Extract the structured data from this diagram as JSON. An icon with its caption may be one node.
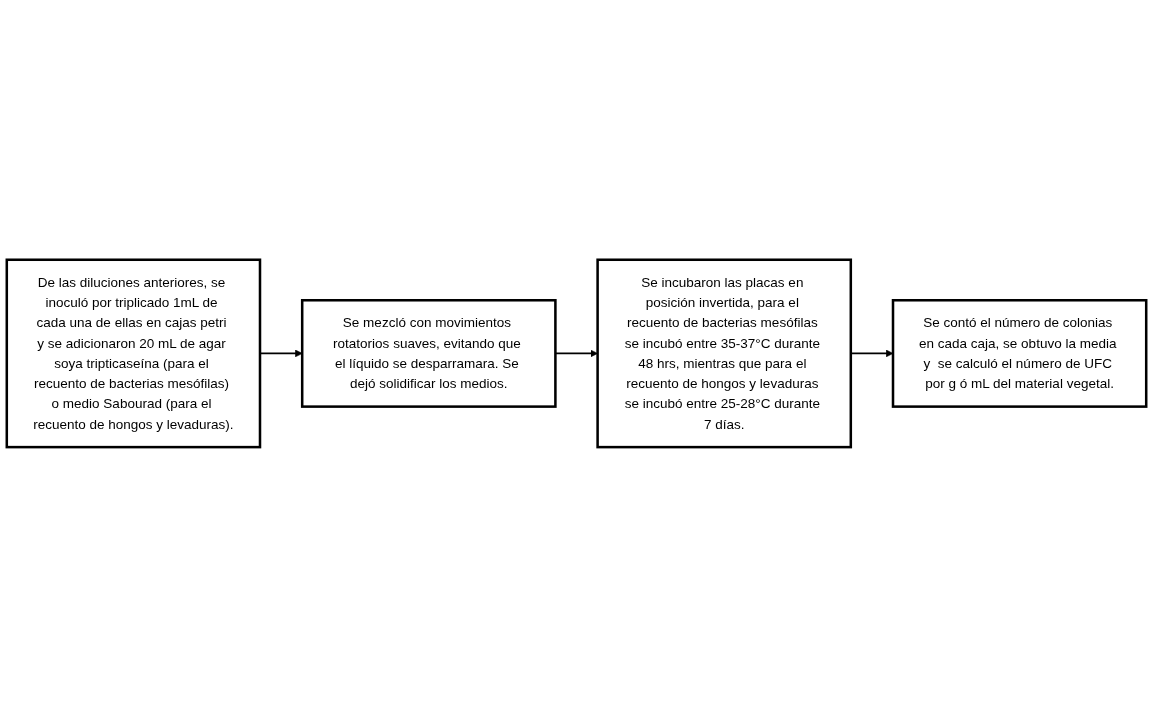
{
  "diagram": {
    "nodes": [
      {
        "text": [
          "De las diluciones anteriores, se inoculó por triplicado 1mL de cada una de ellas en cajas petri y se adicionaron 20 mL de agar soya tripticaseína (para el recuento de bacterias mesófilas) o medio Sabourad (para el recuento de hongos y levaduras)."
        ]
      },
      {
        "text": [
          "Se mezcló con movimientos rotatorios suaves, evitando que el líquido se desparramara. Se dejó solidificar los medios."
        ]
      },
      {
        "text": [
          "Se incubaron las placas en posición invertida, para el recuento de bacterias mesófilas se incubó entre 35-37°C durante 48 hrs, mientras que para el recuento de hongos y levaduras se incubó entre 25-28°C durante 7 días."
        ]
      },
      {
        "text": [
          "Se contó el número de colonias en cada caja, se obtuvo la media y  se calculó el número de UFC por g ó mL del material vegetal."
        ]
      }
    ],
    "edges": [
      {
        "from": 0,
        "to": 1,
        "arrow": "to"
      },
      {
        "from": 1,
        "to": 2,
        "arrow": "to"
      },
      {
        "from": 2,
        "to": 3,
        "arrow": "to"
      }
    ]
  }
}
